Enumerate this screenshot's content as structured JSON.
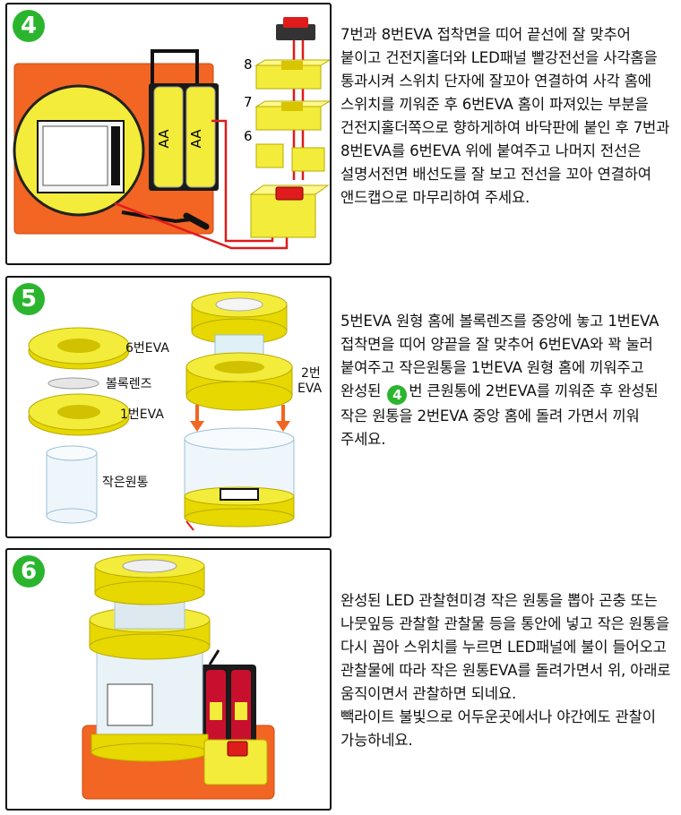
{
  "steps": [
    {
      "number": "4",
      "text": "7번과 8번EVA 접착면을 띠어 끝선에 잘 맞추어 붙이고 건전지홀더와 LED패널 빨강전선을 사각홈을 통과시켜 스위치 단자에 잘꼬아 연결하여 사각 홈에 스위치를 끼워준 후 6번EVA 홈이 파져있는 부분을 건전지홀더쪽으로 향하게하여 바닥판에 붙인 후 7번과 8번EVA를 6번EVA 위에 붙여주고 나머지 전선은 설명서전면 배선도를 잘 보고 전선을 꼬아 연결하여 앤드캡으로 마무리하여 주세요.",
      "labels": {
        "battery_1": "AA",
        "battery_2": "AA",
        "layer_8": "8",
        "layer_7": "7",
        "layer_6": "6"
      }
    },
    {
      "number": "5",
      "text_before": "5번EVA 원형 홈에 볼록렌즈를 중앙에 놓고 1번EVA 접착면을 띠어 양끝을 잘 맞추어 6번EVA와 꽉 눌러 붙여주고 작은원통을 1번EVA 원형 홈에 끼워주고 완성된",
      "inline_badge": "4",
      "text_after": "번 큰원통에 2번EVA를 끼워준 후 완성된 작은 원통을 2번EVA 중앙 홈에 돌려 가면서 끼워 주세요.",
      "labels": {
        "eva6": "6번EVA",
        "lens": "볼록렌즈",
        "eva1": "1번EVA",
        "small_tube": "작은원통",
        "eva2_line1": "2번",
        "eva2_line2": "EVA"
      }
    },
    {
      "number": "6",
      "text": "완성된 LED 관찰현미경 작은 원통을 뽑아 곤충 또는 나뭇잎등 관찰할 관찰물 등을 통안에 넣고 작은 원통을 다시 꼽아 스위치를 누르면 LED패널에 불이 들어오고 관찰물에 따라 작은 원통EVA를 돌려가면서 위, 아래로 움직이면서 관찰하면 되네요.\n빽라이트 불빛으로 어두운곳에서나 야간에도 관찰이 가능하네요."
    }
  ],
  "colors": {
    "badge": "#2bb52f",
    "orange": "#f26522",
    "yellow": "#f3ec3a",
    "red_wire": "#e01b1b"
  }
}
